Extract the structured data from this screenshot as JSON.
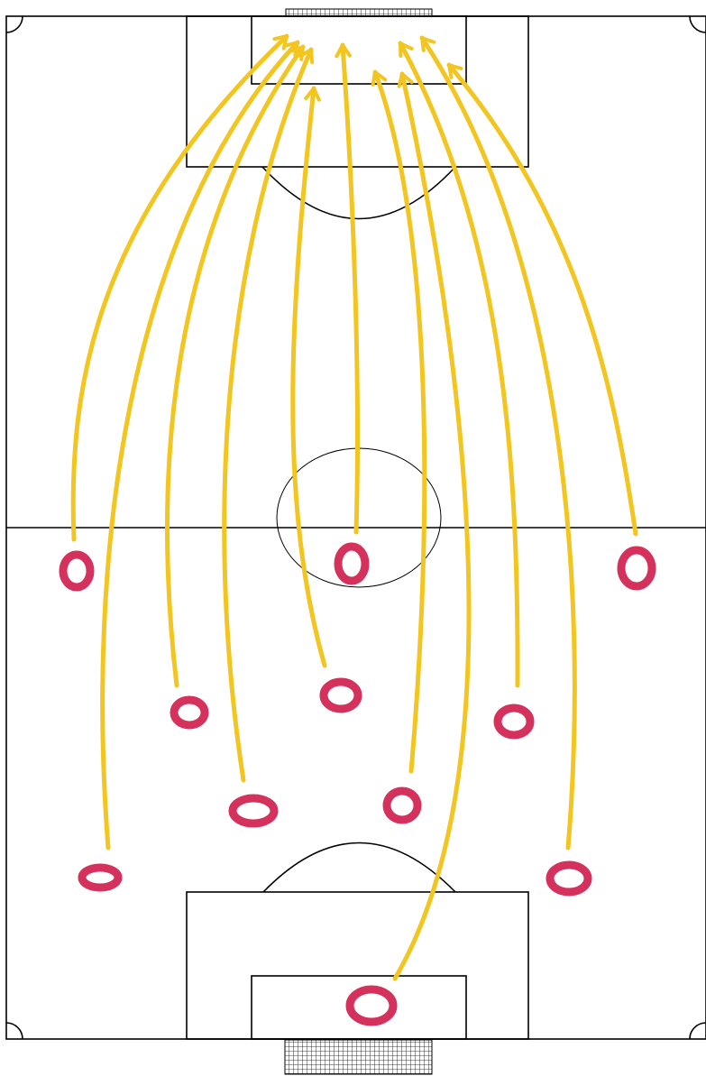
{
  "colors": {
    "run_arrow": "#f2c521",
    "player_marker": "#d4325c",
    "pitch_lines": "#000000",
    "background": "#ffffff"
  },
  "players": [
    {
      "id": "player-1"
    },
    {
      "id": "player-2"
    },
    {
      "id": "player-3"
    },
    {
      "id": "player-4"
    },
    {
      "id": "player-5"
    },
    {
      "id": "player-6"
    },
    {
      "id": "player-7"
    },
    {
      "id": "player-8"
    },
    {
      "id": "player-9"
    },
    {
      "id": "player-10"
    },
    {
      "id": "player-11"
    }
  ],
  "player_count": 11,
  "run_count": 11
}
